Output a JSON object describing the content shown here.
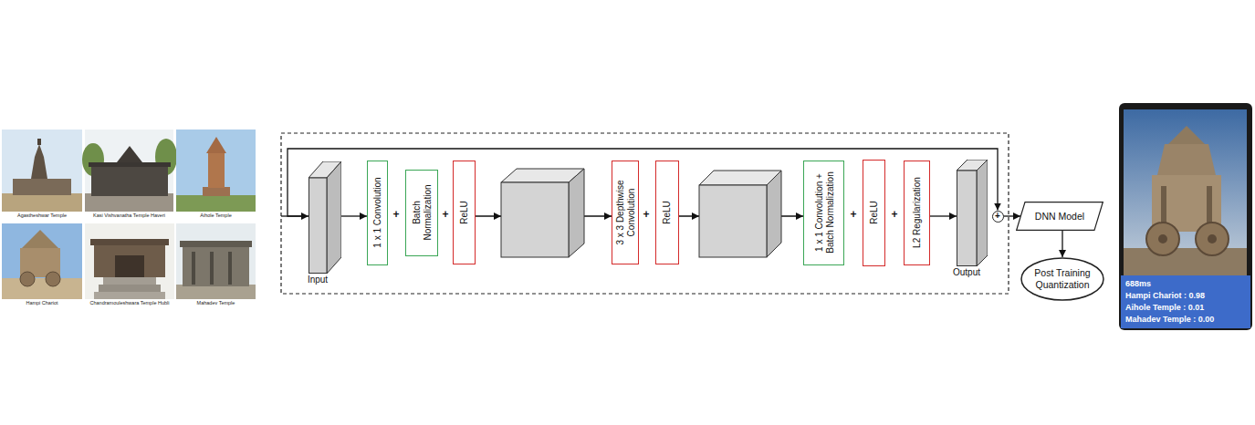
{
  "diagram": {
    "nodes": [
      {
        "text": [
          "Input"
        ]
      },
      {
        "text": [
          "1 x 1 Convolution"
        ]
      },
      {
        "text": [
          "Batch Normalization"
        ]
      },
      {
        "text": [
          "ReLU"
        ]
      },
      {
        "text": [
          "3 x 3 Depthwise Convolution"
        ]
      },
      {
        "text": [
          "ReLU"
        ]
      },
      {
        "text": [
          "1 x 1 Convolution + Batch Normalization"
        ]
      },
      {
        "text": [
          "ReLU"
        ]
      },
      {
        "text": [
          "L2 Regularization"
        ]
      },
      {
        "text": [
          "Output"
        ]
      },
      {
        "text": [
          "+"
        ]
      },
      {
        "text": [
          "DNN Model"
        ]
      },
      {
        "text": [
          "Post Training Quantization"
        ]
      },
      {
        "text": [
          "688ms",
          "Hampi Chariot : 0.98",
          "Aihole Temple : 0.01",
          "Mahadev Temple : 0.00"
        ]
      }
    ],
    "edges": [
      {
        "from": 0,
        "to": 1,
        "arrow": "to"
      },
      {
        "from": 3,
        "to": 4,
        "arrow": "to"
      },
      {
        "from": 5,
        "to": 6,
        "arrow": "to"
      },
      {
        "from": 8,
        "to": 9,
        "arrow": "to"
      },
      {
        "from": 0,
        "to": 10,
        "arrow": "to"
      },
      {
        "from": 10,
        "to": 11,
        "arrow": "to"
      },
      {
        "from": 11,
        "to": 12,
        "arrow": "to"
      }
    ],
    "labels": [
      "Agastheshwar Temple",
      "Kasi Vishvanatha Temple Haveri",
      "Aihole Temple",
      "Hampi Chariot",
      "Chandramouleshwara Temple Hubli",
      "Mahadev Temple",
      "+",
      "+",
      "+",
      "+",
      "+"
    ]
  }
}
